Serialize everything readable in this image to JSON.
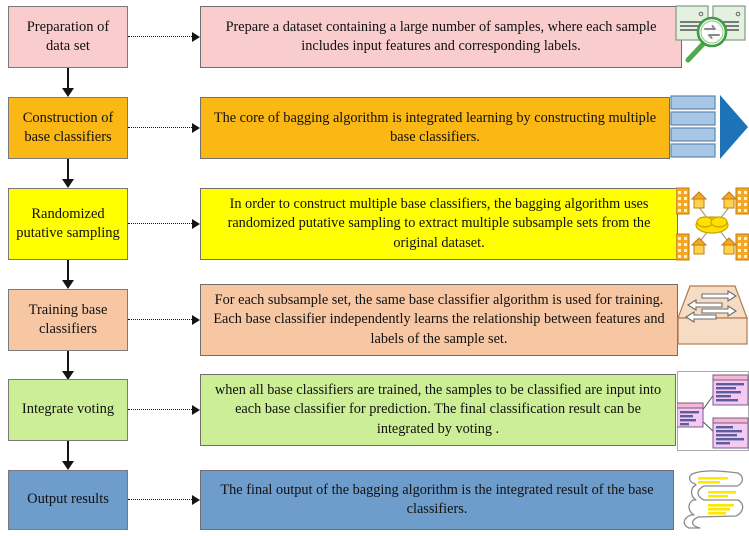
{
  "diagram": {
    "title": "Bagging algorithm flow chart",
    "type": "flowchart",
    "orientation": "vertical-with-side-descriptions",
    "background": "#ffffff",
    "steps": [
      {
        "id": "preparation",
        "stage_label": "Preparation of data set",
        "description": "Prepare a dataset containing a large number of samples, where each sample includes input features and corresponding labels.",
        "fill": "#f9cdce",
        "border": "#7a7a7a",
        "icon": "magnifier-over-servers-icon",
        "icon_colors": {
          "primary": "#4faa4f",
          "secondary": "#dfeddf"
        }
      },
      {
        "id": "construction",
        "stage_label": "Construction of base classifiers",
        "description": "The core of bagging algorithm is integrated learning by constructing multiple base classifiers.",
        "fill": "#fbb713",
        "border": "#7a7a7a",
        "icon": "stacked-bars-arrow-icon",
        "icon_colors": {
          "primary": "#1e72b8",
          "secondary": "#a8c7e6"
        }
      },
      {
        "id": "randomized-sampling",
        "stage_label": "Randomized putative sampling",
        "description": "In order to construct multiple base classifiers, the bagging algorithm uses randomized putative sampling to extract multiple subsample sets from the original dataset.",
        "fill": "#ffff00",
        "border": "#7a7a7a",
        "icon": "network-cloud-buildings-icon",
        "icon_colors": {
          "primary": "#f5a623",
          "secondary": "#ffd24d"
        }
      },
      {
        "id": "training",
        "stage_label": "Training base classifiers",
        "description": "For each subsample set, the same base classifier algorithm is used for training. Each base classifier independently learns the relationship between features and labels of the sample set.",
        "fill": "#f7c7a3",
        "border": "#7a7a7a",
        "icon": "network-switch-icon",
        "icon_colors": {
          "primary": "#c98b60",
          "secondary": "#f7dcc4"
        }
      },
      {
        "id": "integrate-voting",
        "stage_label": "Integrate voting",
        "description": "when all base classifiers are trained, the samples to be classified are input into each base classifier for prediction. The final classification result can be integrated by voting .",
        "fill": "#ccee96",
        "border": "#7a7a7a",
        "icon": "linked-windows-icon",
        "icon_colors": {
          "primary": "#f2c6f2",
          "secondary": "#5b5b9e"
        }
      },
      {
        "id": "output",
        "stage_label": "Output results",
        "description": "The final output of the bagging algorithm is the integrated result of the base classifiers.",
        "fill": "#6f9dcb",
        "border": "#6f6f6f",
        "icon": "scroll-document-icon",
        "icon_colors": {
          "primary": "#ffe800",
          "secondary": "#ffffff"
        }
      }
    ],
    "connectors": {
      "vertical_style": "solid-arrow-down",
      "horizontal_style": "dotted-arrow-right"
    }
  }
}
